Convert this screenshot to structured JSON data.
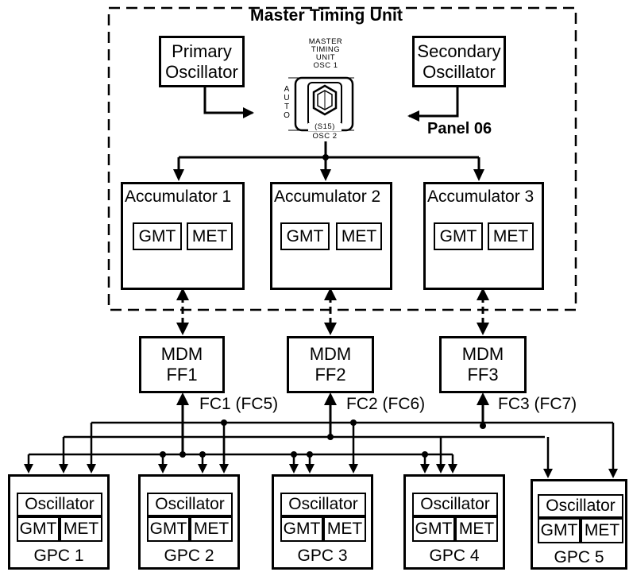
{
  "master_timing_unit": {
    "title": "Master Timing Unit",
    "primary_osc": [
      "Primary",
      "Oscillator"
    ],
    "secondary_osc": [
      "Secondary",
      "Oscillator"
    ],
    "switch": {
      "caption_top": [
        "MASTER",
        "TIMING",
        "UNIT",
        "OSC 1"
      ],
      "caption_bottom": "OSC 2",
      "side_label": [
        "A",
        "U",
        "T",
        "O"
      ],
      "id_label": "(S15)",
      "panel_label": "Panel 06"
    },
    "accumulators": [
      {
        "name": "Accumulator 1",
        "gmt": "GMT",
        "met": "MET"
      },
      {
        "name": "Accumulator 2",
        "gmt": "GMT",
        "met": "MET"
      },
      {
        "name": "Accumulator 3",
        "gmt": "GMT",
        "met": "MET"
      }
    ]
  },
  "mdms": [
    {
      "line1": "MDM",
      "line2": "FF1",
      "bus": "FC1 (FC5)"
    },
    {
      "line1": "MDM",
      "line2": "FF2",
      "bus": "FC2 (FC6)"
    },
    {
      "line1": "MDM",
      "line2": "FF3",
      "bus": "FC3 (FC7)"
    }
  ],
  "gpcs": [
    {
      "osc": "Oscillator",
      "gmt": "GMT",
      "met": "MET",
      "name": "GPC 1"
    },
    {
      "osc": "Oscillator",
      "gmt": "GMT",
      "met": "MET",
      "name": "GPC 2"
    },
    {
      "osc": "Oscillator",
      "gmt": "GMT",
      "met": "MET",
      "name": "GPC 3"
    },
    {
      "osc": "Oscillator",
      "gmt": "GMT",
      "met": "MET",
      "name": "GPC 4"
    },
    {
      "osc": "Oscillator",
      "gmt": "GMT",
      "met": "MET",
      "name": "GPC 5"
    }
  ]
}
